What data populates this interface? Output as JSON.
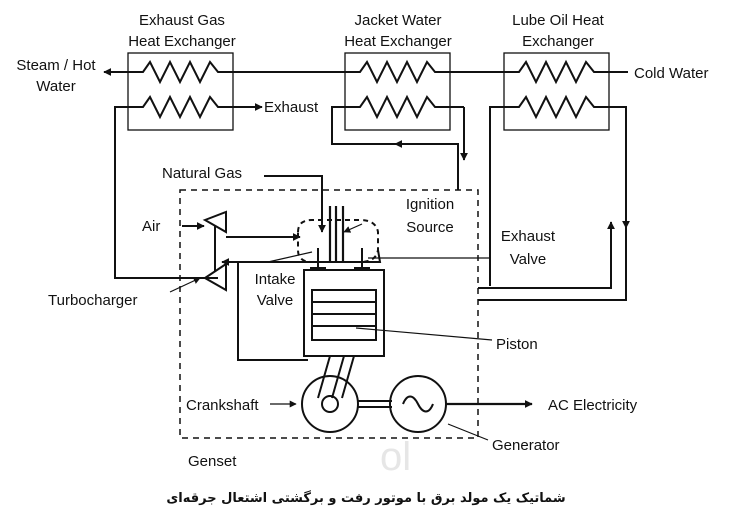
{
  "heat_exchangers": {
    "exhaust_gas": {
      "line1": "Exhaust Gas",
      "line2": "Heat Exchanger"
    },
    "jacket_water": {
      "line1": "Jacket Water",
      "line2": "Heat Exchanger"
    },
    "lube_oil": {
      "line1": "Lube Oil Heat",
      "line2": "Exchanger"
    }
  },
  "flows": {
    "steam_hot_water": {
      "line1": "Steam / Hot",
      "line2": "Water"
    },
    "cold_water": "Cold Water",
    "exhaust": "Exhaust",
    "natural_gas": "Natural Gas",
    "air": "Air",
    "ac_electricity": "AC Electricity"
  },
  "components": {
    "ignition_source": {
      "line1": "Ignition",
      "line2": "Source"
    },
    "exhaust_valve": {
      "line1": "Exhaust",
      "line2": "Valve"
    },
    "intake_valve": {
      "line1": "Intake",
      "line2": "Valve"
    },
    "turbocharger": "Turbocharger",
    "piston": "Piston",
    "crankshaft": "Crankshaft",
    "generator": "Generator",
    "genset": "Genset"
  },
  "caption": "شماتیک یک مولد برق با موتور رفت و برگشتی اشتعال جرقه‌ای",
  "watermark": "ol"
}
